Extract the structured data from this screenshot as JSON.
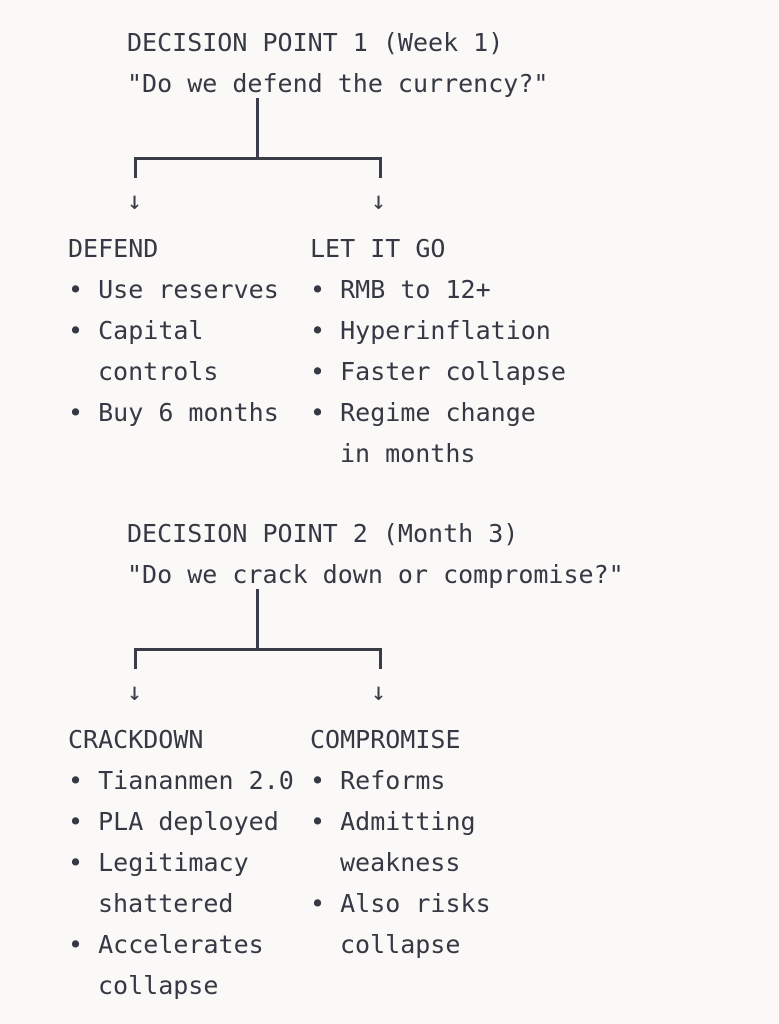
{
  "document": {
    "type": "decision-tree-diagram",
    "background_color": "#faf9f7",
    "text_color": "#363943",
    "line_color": "#3a3d47"
  },
  "sections": [
    {
      "id": "decision-point-1",
      "title": "DECISION POINT 1 (Week 1)",
      "question": "\"Do we defend the currency?\"",
      "branch_arrow": "↓",
      "branches": [
        {
          "id": "defend",
          "label": "DEFEND",
          "bullet": "•",
          "items": [
            {
              "lines": [
                "Use reserves"
              ]
            },
            {
              "lines": [
                "Capital",
                "controls"
              ]
            },
            {
              "lines": [
                "Buy 6 months"
              ]
            }
          ]
        },
        {
          "id": "let-it-go",
          "label": "LET IT GO",
          "bullet": "•",
          "items": [
            {
              "lines": [
                "RMB to 12+"
              ]
            },
            {
              "lines": [
                "Hyperinflation"
              ]
            },
            {
              "lines": [
                "Faster collapse"
              ]
            },
            {
              "lines": [
                "Regime change",
                "in months"
              ]
            }
          ]
        }
      ]
    },
    {
      "id": "decision-point-2",
      "title": "DECISION POINT 2 (Month 3)",
      "question": "\"Do we crack down or compromise?\"",
      "branch_arrow": "↓",
      "branches": [
        {
          "id": "crackdown",
          "label": "CRACKDOWN",
          "bullet": "•",
          "items": [
            {
              "lines": [
                "Tiananmen 2.0"
              ]
            },
            {
              "lines": [
                "PLA deployed"
              ]
            },
            {
              "lines": [
                "Legitimacy",
                "shattered"
              ]
            },
            {
              "lines": [
                "Accelerates",
                "collapse"
              ]
            }
          ]
        },
        {
          "id": "compromise",
          "label": "COMPROMISE",
          "bullet": "•",
          "items": [
            {
              "lines": [
                "Reforms"
              ]
            },
            {
              "lines": [
                "Admitting",
                "weakness"
              ]
            },
            {
              "lines": [
                "Also risks",
                "collapse"
              ]
            }
          ]
        }
      ]
    }
  ],
  "rendered_text_lines": {
    "section1": [
      "    DECISION POINT 1 (Week 1)",
      "    \"Do we defend the currency?\"",
      "DEFEND          LET IT GO",
      "• Use reserves  • RMB to 12+",
      "• Capital       • Hyperinflation",
      "  controls      • Faster collapse",
      "• Buy 6 months  • Regime change",
      "                  in months"
    ],
    "section2": [
      "    DECISION POINT 2 (Month 3)",
      "    \"Do we crack down or compromise?\"",
      "CRACKDOWN       COMPROMISE",
      "• Tiananmen 2.0 • Reforms",
      "• PLA deployed  • Admitting",
      "• Legitimacy      weakness",
      "  shattered     • Also risks",
      "• Accelerates     collapse",
      "  collapse"
    ]
  }
}
